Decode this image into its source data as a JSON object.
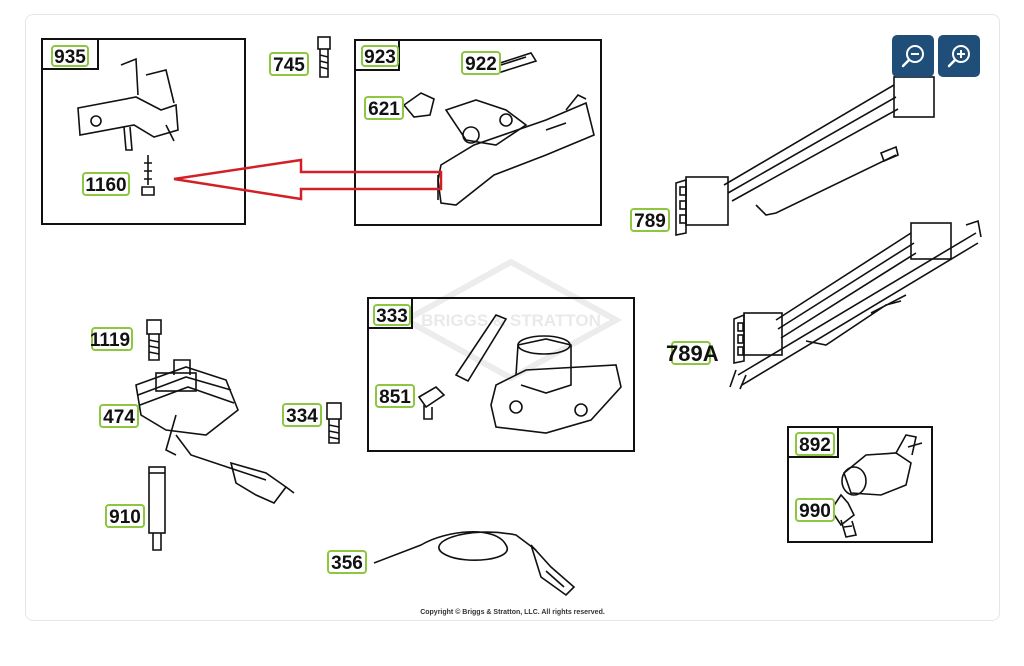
{
  "watermark": "BRIGGS & STRATTON",
  "copyright": "Copyright © Briggs & Stratton, LLC. All rights reserved.",
  "zoom": {
    "out_icon": "zoom-out-icon",
    "in_icon": "zoom-in-icon"
  },
  "colors": {
    "tag_outline": "#8dc63f",
    "zoom_button": "#1f4e79",
    "arrow": "#d32027"
  },
  "parts": {
    "p935": "935",
    "p1160": "1160",
    "p745": "745",
    "p923": "923",
    "p922": "922",
    "p621": "621",
    "p789": "789",
    "p789a": "789A",
    "p1119": "1119",
    "p474": "474",
    "p910": "910",
    "p333": "333",
    "p851": "851",
    "p334": "334",
    "p892": "892",
    "p990": "990",
    "p356": "356"
  }
}
